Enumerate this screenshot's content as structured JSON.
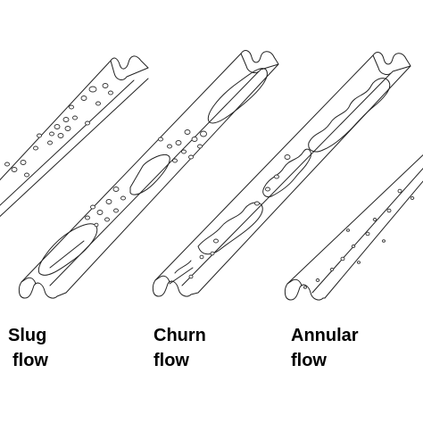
{
  "captions": {
    "slug_line1": "Slug",
    "slug_line2": "flow",
    "churn_line1": "Churn",
    "churn_line2": "flow",
    "annular_line1": "Annular",
    "annular_line2": "flow"
  }
}
